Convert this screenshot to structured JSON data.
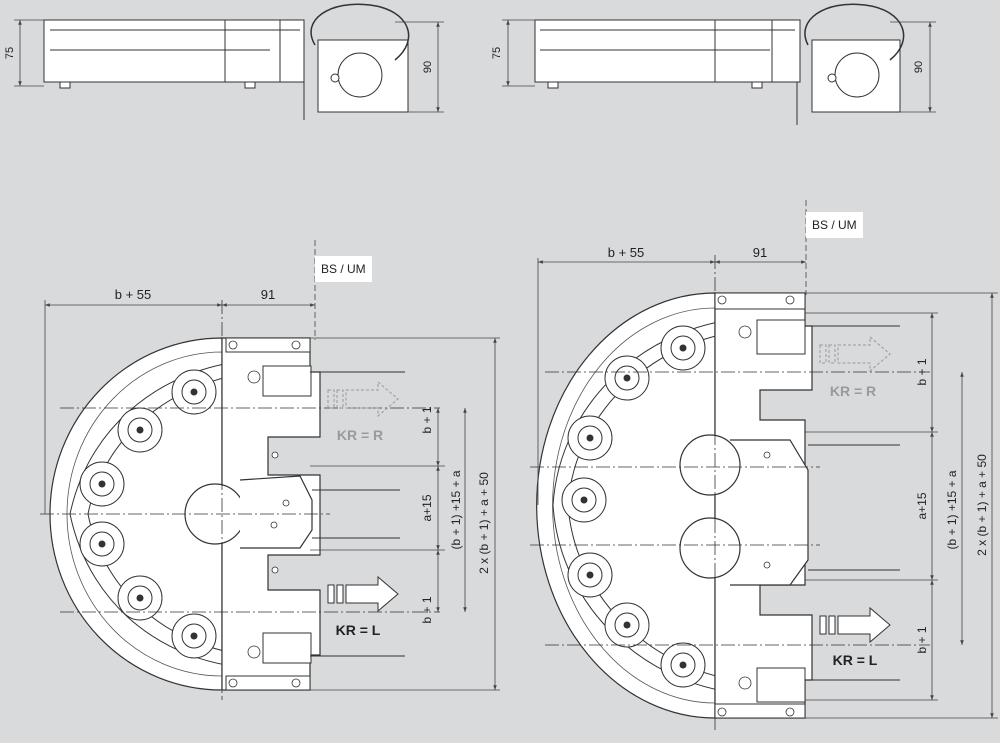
{
  "colors": {
    "background": "#d9dadc",
    "part": "#ffffff",
    "line": "#333333",
    "dim": "#444444",
    "faded": "#9a9a9a"
  },
  "top_left": {
    "height_left": "75",
    "height_right": "90"
  },
  "top_right": {
    "height_left": "75",
    "height_right": "90"
  },
  "left": {
    "width_outer": "b + 55",
    "width_inner": "91",
    "bs_label": "BS / UM",
    "kr_r": "KR = R",
    "kr_l": "KR = L",
    "dim_b1_top": "b + 1",
    "dim_a15": "a+15",
    "dim_b1_bottom": "b + 1",
    "dim_mid": "(b + 1) +15 + a",
    "dim_total": "2 x (b + 1) + a + 50"
  },
  "right": {
    "width_outer": "b + 55",
    "width_inner": "91",
    "bs_label": "BS / UM",
    "kr_r": "KR = R",
    "kr_l": "KR = L",
    "dim_b1_top": "b + 1",
    "dim_a15": "a+15",
    "dim_b1_bottom": "b + 1",
    "dim_mid": "(b + 1) +15 + a",
    "dim_total": "2 x (b + 1) + a + 50"
  }
}
